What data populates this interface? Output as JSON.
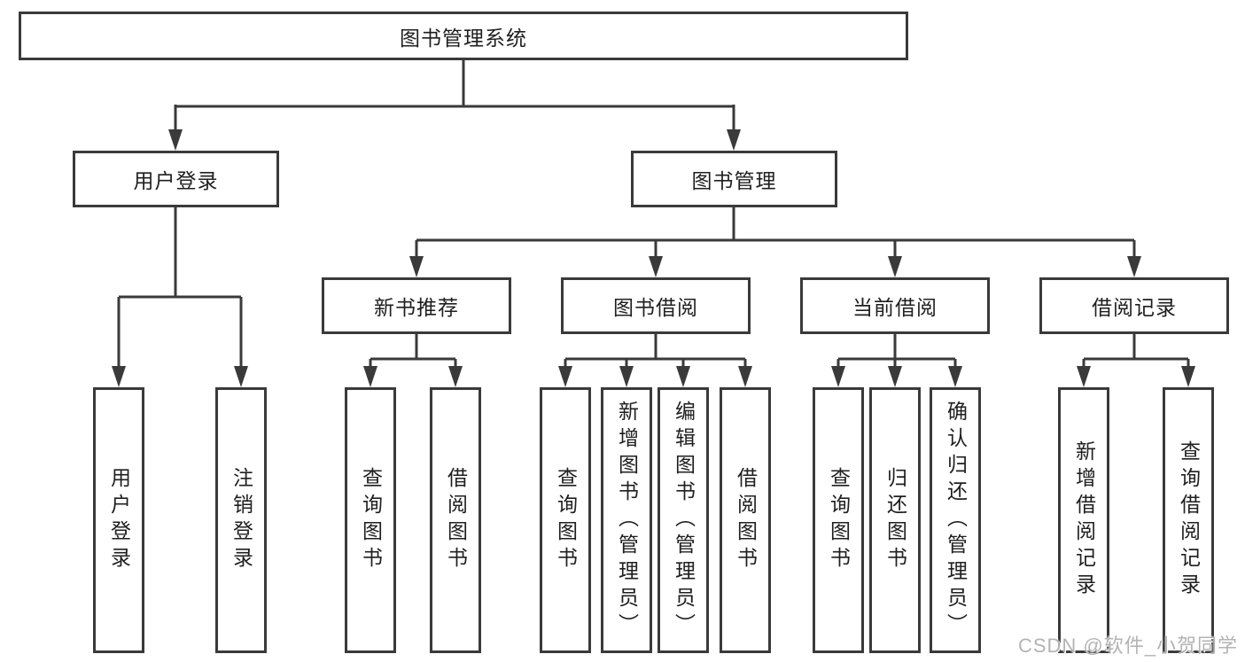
{
  "diagram": {
    "title": "图书管理系统",
    "colors": {
      "line": "#3a3a3a",
      "text": "#1f1f1f",
      "background": "#ffffff",
      "watermark": "#b3b3b3"
    },
    "nodes": {
      "root": {
        "label": "图书管理系统"
      },
      "level2": [
        {
          "label": "用户登录"
        },
        {
          "label": "图书管理"
        }
      ],
      "level3": [
        {
          "label": "新书推荐",
          "parent": "图书管理"
        },
        {
          "label": "图书借阅",
          "parent": "图书管理"
        },
        {
          "label": "当前借阅",
          "parent": "图书管理"
        },
        {
          "label": "借阅记录",
          "parent": "图书管理"
        }
      ],
      "leaves": [
        {
          "label": "用户登录",
          "parent": "用户登录"
        },
        {
          "label": "注销登录",
          "parent": "用户登录"
        },
        {
          "label": "查询图书",
          "parent": "新书推荐"
        },
        {
          "label": "借阅图书",
          "parent": "新书推荐"
        },
        {
          "label": "查询图书",
          "parent": "图书借阅"
        },
        {
          "label": "新增图书（管理员）",
          "parent": "图书借阅"
        },
        {
          "label": "编辑图书（管理员）",
          "parent": "图书借阅"
        },
        {
          "label": "借阅图书",
          "parent": "图书借阅"
        },
        {
          "label": "查询图书",
          "parent": "当前借阅"
        },
        {
          "label": "归还图书",
          "parent": "当前借阅"
        },
        {
          "label": "确认归还（管理员）",
          "parent": "当前借阅"
        },
        {
          "label": "新增借阅记录",
          "parent": "借阅记录"
        },
        {
          "label": "查询借阅记录",
          "parent": "借阅记录"
        }
      ]
    }
  },
  "watermark": {
    "text": "CSDN @软件_小贺同学"
  }
}
